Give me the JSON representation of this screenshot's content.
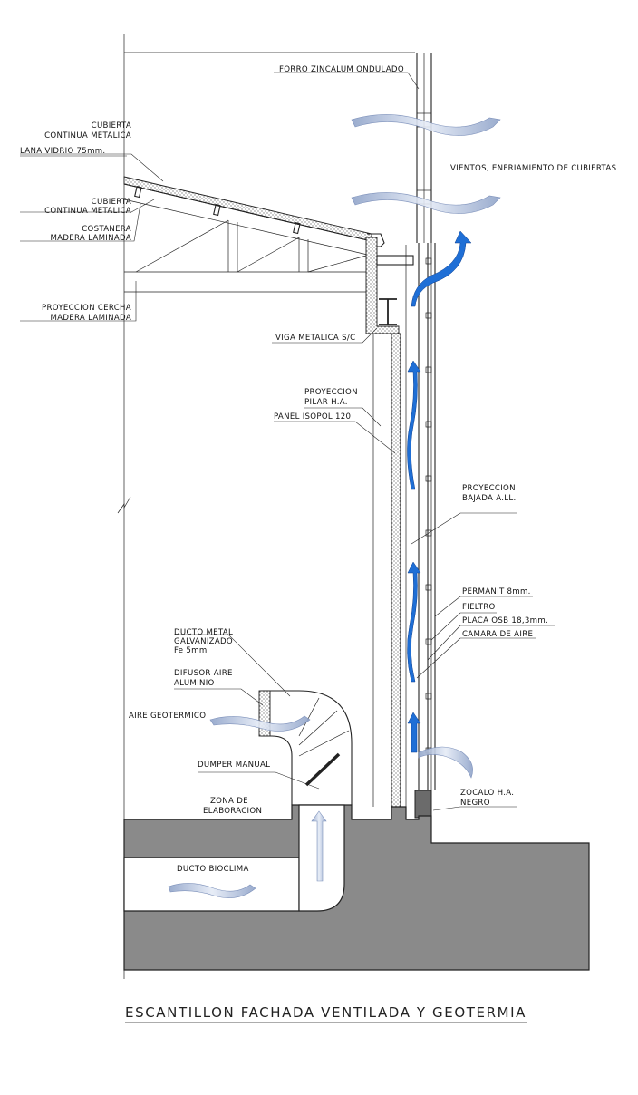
{
  "title": "ESCANTILLON FACHADA VENTILADA Y GEOTERMIA",
  "labels": {
    "forro": "FORRO ZINCALUM ONDULADO",
    "vientos": "VIENTOS, ENFRIAMIENTO DE CUBIERTAS",
    "cubierta1_l1": "CUBIERTA",
    "cubierta1_l2": "CONTINUA METALICA",
    "lana": "LANA VIDRIO 75mm.",
    "cubierta2_l1": "CUBIERTA",
    "cubierta2_l2": "CONTINUA METALICA",
    "costanera_l1": "COSTANERA",
    "costanera_l2": "MADERA LAMINADA",
    "cercha_l1": "PROYECCION CERCHA",
    "cercha_l2": "MADERA LAMINADA",
    "viga": "VIGA METALICA S/C",
    "pilar_l1": "PROYECCION",
    "pilar_l2": "PILAR H.A.",
    "isopol": "PANEL ISOPOL 120",
    "bajada_l1": "PROYECCION",
    "bajada_l2": "BAJADA A.LL.",
    "permanit": "PERMANIT 8mm.",
    "fieltro": "FIELTRO",
    "osb": "PLACA OSB 18,3mm.",
    "camara": "CAMARA DE AIRE",
    "ducto_metal_l1": "DUCTO METAL",
    "ducto_metal_l2": "GALVANIZADO",
    "ducto_metal_l3": "Fe 5mm",
    "difusor_l1": "DIFUSOR AIRE",
    "difusor_l2": "ALUMINIO",
    "aire_geo": "AIRE GEOTERMICO",
    "dumper": "DUMPER MANUAL",
    "zona_l1": "ZONA DE",
    "zona_l2": "ELABORACION",
    "zocalo_l1": "ZOCALO H.A.",
    "zocalo_l2": "NEGRO",
    "ducto_bioclima": "DUCTO BIOCLIMA"
  },
  "colors": {
    "ground": "#8a8a8a",
    "airflow_arrow": "#1f6fd6",
    "wind_arrow": "#b7c4de",
    "line": "#222222"
  }
}
